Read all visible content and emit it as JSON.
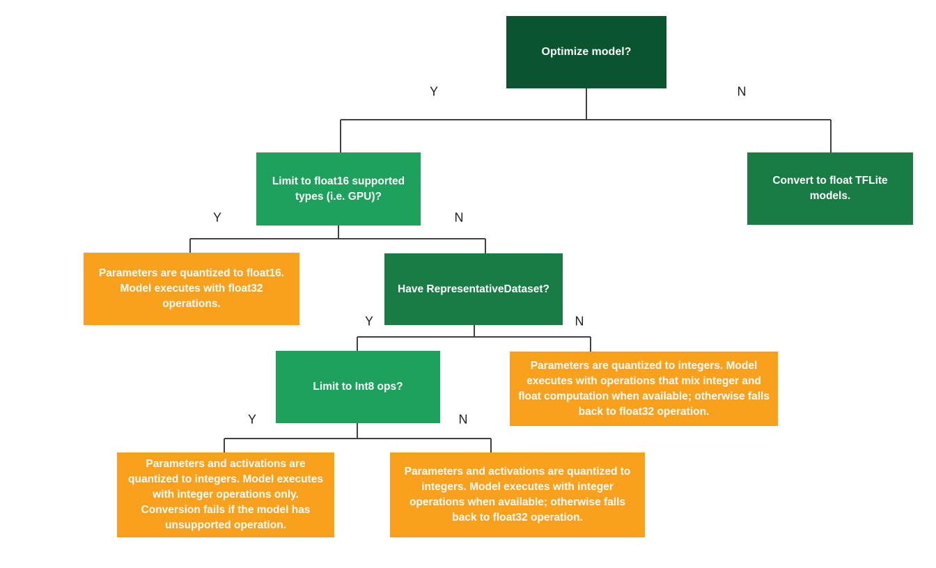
{
  "diagram": {
    "type": "decision-tree",
    "colors": {
      "question_dark_green": "#0B5430",
      "question_mid_green": "#1A7C45",
      "question_bright_green": "#1EA15D",
      "result_orange": "#F9A01C",
      "node_text": "#FFFFFF",
      "connector": "#404040",
      "edge_label_text": "#1F1F1F",
      "background": "#FFFFFF"
    },
    "nodes": {
      "optimize": {
        "text": "Optimize model?"
      },
      "float16": {
        "text": "Limit to float16 supported types (i.e. GPU)?"
      },
      "convert_float": {
        "text": "Convert to float TFLite models."
      },
      "quantized_float16": {
        "text": "Parameters are quantized to float16. Model executes with float32 operations."
      },
      "have_dataset": {
        "text": "Have RepresentativeDataset?"
      },
      "mixed_ops": {
        "text": "Parameters are quantized to integers. Model executes with operations that mix integer and float computation when available; otherwise falls back to float32 operation."
      },
      "limit_int8": {
        "text": "Limit to Int8 ops?"
      },
      "int_only": {
        "text": "Parameters and activations are quantized to integers. Model executes with integer operations only. Conversion fails if the model has unsupported operation."
      },
      "int_fallback": {
        "text": "Parameters and activations are quantized to integers. Model executes with integer operations when available; otherwise falls back to float32 operation."
      }
    },
    "edges": {
      "optimize_yes": {
        "label": "Y",
        "from": "optimize",
        "to": "float16"
      },
      "optimize_no": {
        "label": "N",
        "from": "optimize",
        "to": "convert_float"
      },
      "float16_yes": {
        "label": "Y",
        "from": "float16",
        "to": "quantized_float16"
      },
      "float16_no": {
        "label": "N",
        "from": "float16",
        "to": "have_dataset"
      },
      "have_dataset_yes": {
        "label": "Y",
        "from": "have_dataset",
        "to": "limit_int8"
      },
      "have_dataset_no": {
        "label": "N",
        "from": "have_dataset",
        "to": "mixed_ops"
      },
      "limit_int8_yes": {
        "label": "Y",
        "from": "limit_int8",
        "to": "int_only"
      },
      "limit_int8_no": {
        "label": "N",
        "from": "limit_int8",
        "to": "int_fallback"
      }
    }
  }
}
